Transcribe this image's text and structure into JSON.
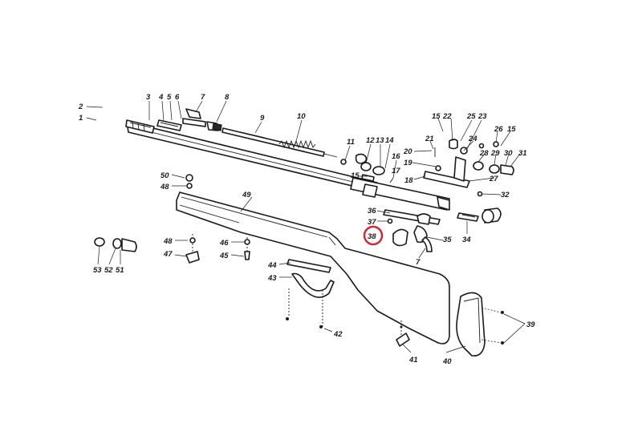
{
  "diagram": {
    "callouts": [
      "1",
      "2",
      "3",
      "4",
      "5",
      "6",
      "7",
      "8",
      "9",
      "10",
      "11",
      "12",
      "13",
      "14",
      "15",
      "16",
      "17",
      "18",
      "19",
      "20",
      "21",
      "22",
      "23",
      "24",
      "25",
      "26",
      "27",
      "28",
      "29",
      "30",
      "31",
      "32",
      "34",
      "35",
      "36",
      "37",
      "38",
      "39",
      "40",
      "41",
      "42",
      "43",
      "44",
      "45",
      "46",
      "47",
      "48",
      "49",
      "50",
      "51",
      "52",
      "53"
    ],
    "highlighted_callout": "38",
    "colors": {
      "line": "#1a1a1a",
      "highlight": "#d9232e",
      "background": "#ffffff"
    }
  }
}
